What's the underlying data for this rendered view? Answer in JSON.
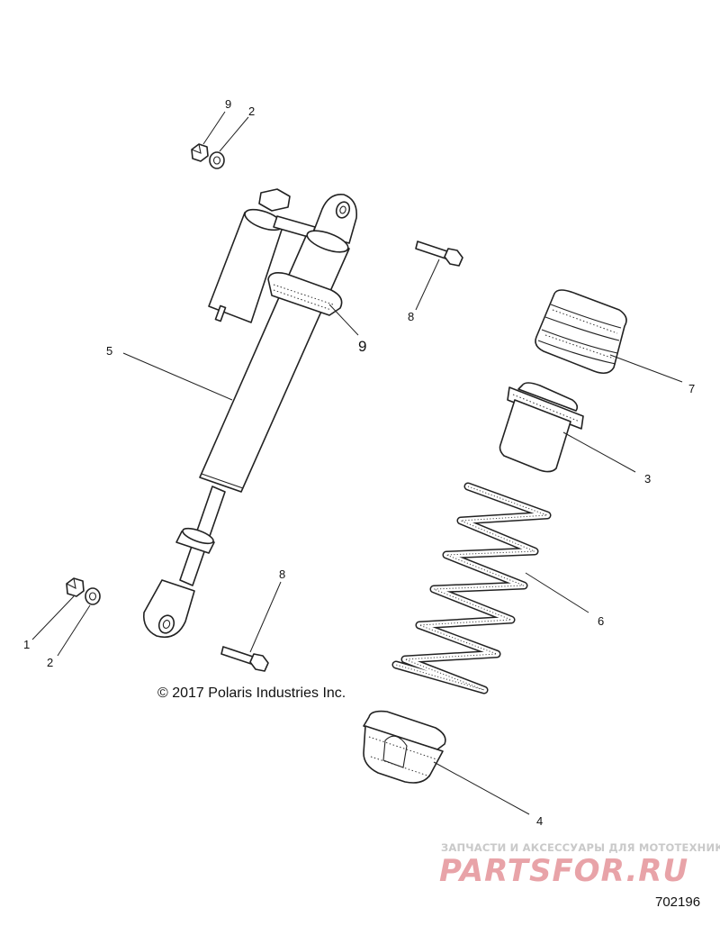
{
  "callouts": {
    "top_9": "9",
    "top_2": "2",
    "bolt_8_top": "8",
    "shock_9": "9",
    "shock_5": "5",
    "bumper_7": "7",
    "cup_3": "3",
    "spring_6": "6",
    "left_1": "1",
    "left_2": "2",
    "bolt_8_bottom": "8",
    "retainer_4": "4"
  },
  "copyright": "© 2017 Polaris Industries Inc.",
  "drawing_number": "702196",
  "watermark": {
    "tagline": "ЗАПЧАСТИ И АКСЕССУАРЫ ДЛЯ МОТОТЕХНИКИ",
    "brand": "PARTSFOR.RU"
  },
  "colors": {
    "line": "#222222",
    "watermark_brand": "#e8a3a8",
    "watermark_tagline": "#c9c9c9"
  }
}
